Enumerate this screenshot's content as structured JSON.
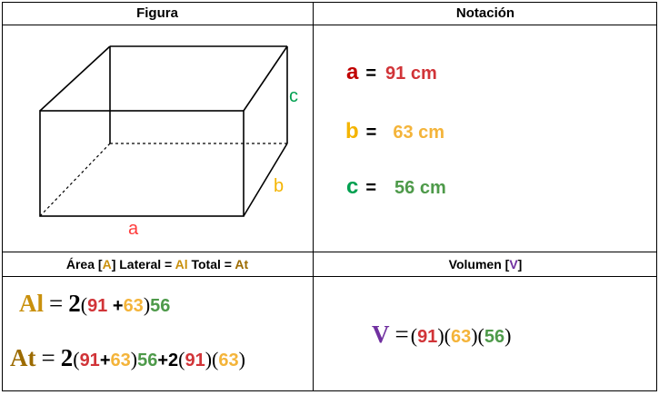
{
  "headers": {
    "figura": "Figura",
    "notacion": "Notación",
    "area_prefix": "Área [",
    "area_A": "A",
    "area_mid": "] Lateral = ",
    "area_Al": "Al",
    "area_mid2": " Total = ",
    "area_At": "At",
    "volumen_prefix": "Volumen [",
    "volumen_V": "V",
    "volumen_suffix": "]"
  },
  "figure": {
    "label_a": "a",
    "label_b": "b",
    "label_c": "c"
  },
  "notation": [
    {
      "letter": "a",
      "eq": "=",
      "value": "91 cm",
      "letter_color": "#c00000",
      "value_color": "#d13438"
    },
    {
      "letter": "b",
      "eq": "=",
      "value": "63 cm",
      "letter_color": "#f4b400",
      "value_color": "#f4b43a"
    },
    {
      "letter": "c",
      "eq": "=",
      "value": "56 cm",
      "letter_color": "#00a050",
      "value_color": "#4e9a4a"
    }
  ],
  "formulas": {
    "al": {
      "var": "Al",
      "eq": "=",
      "two": "2",
      "open": "(",
      "n1": "91",
      "plus": " +",
      "n2": "63",
      "close": ")",
      "n3": "56"
    },
    "at": {
      "var": "At",
      "eq": "=",
      "two": "2",
      "open": "(",
      "n1": "91",
      "plus": "+",
      "n2": "63",
      "close": ")",
      "n3": "56",
      "plus2": "+2",
      "open2": "(",
      "n4": "91",
      "close2": ")",
      "open3": "(",
      "n5": "63",
      "close3": ")"
    },
    "v": {
      "var": "V",
      "eq": "=",
      "open1": "(",
      "n1": "91",
      "close1": ")",
      "open2": "(",
      "n2": "63",
      "close2": ")",
      "open3": "(",
      "n3": "56",
      "close3": ")"
    }
  },
  "colors": {
    "al_var": "#c9900c",
    "at_var": "#9c6b00",
    "v_var": "#7030a0",
    "a": "#d13438",
    "b": "#f4b43a",
    "c": "#4e9a4a",
    "line": "#000000"
  }
}
